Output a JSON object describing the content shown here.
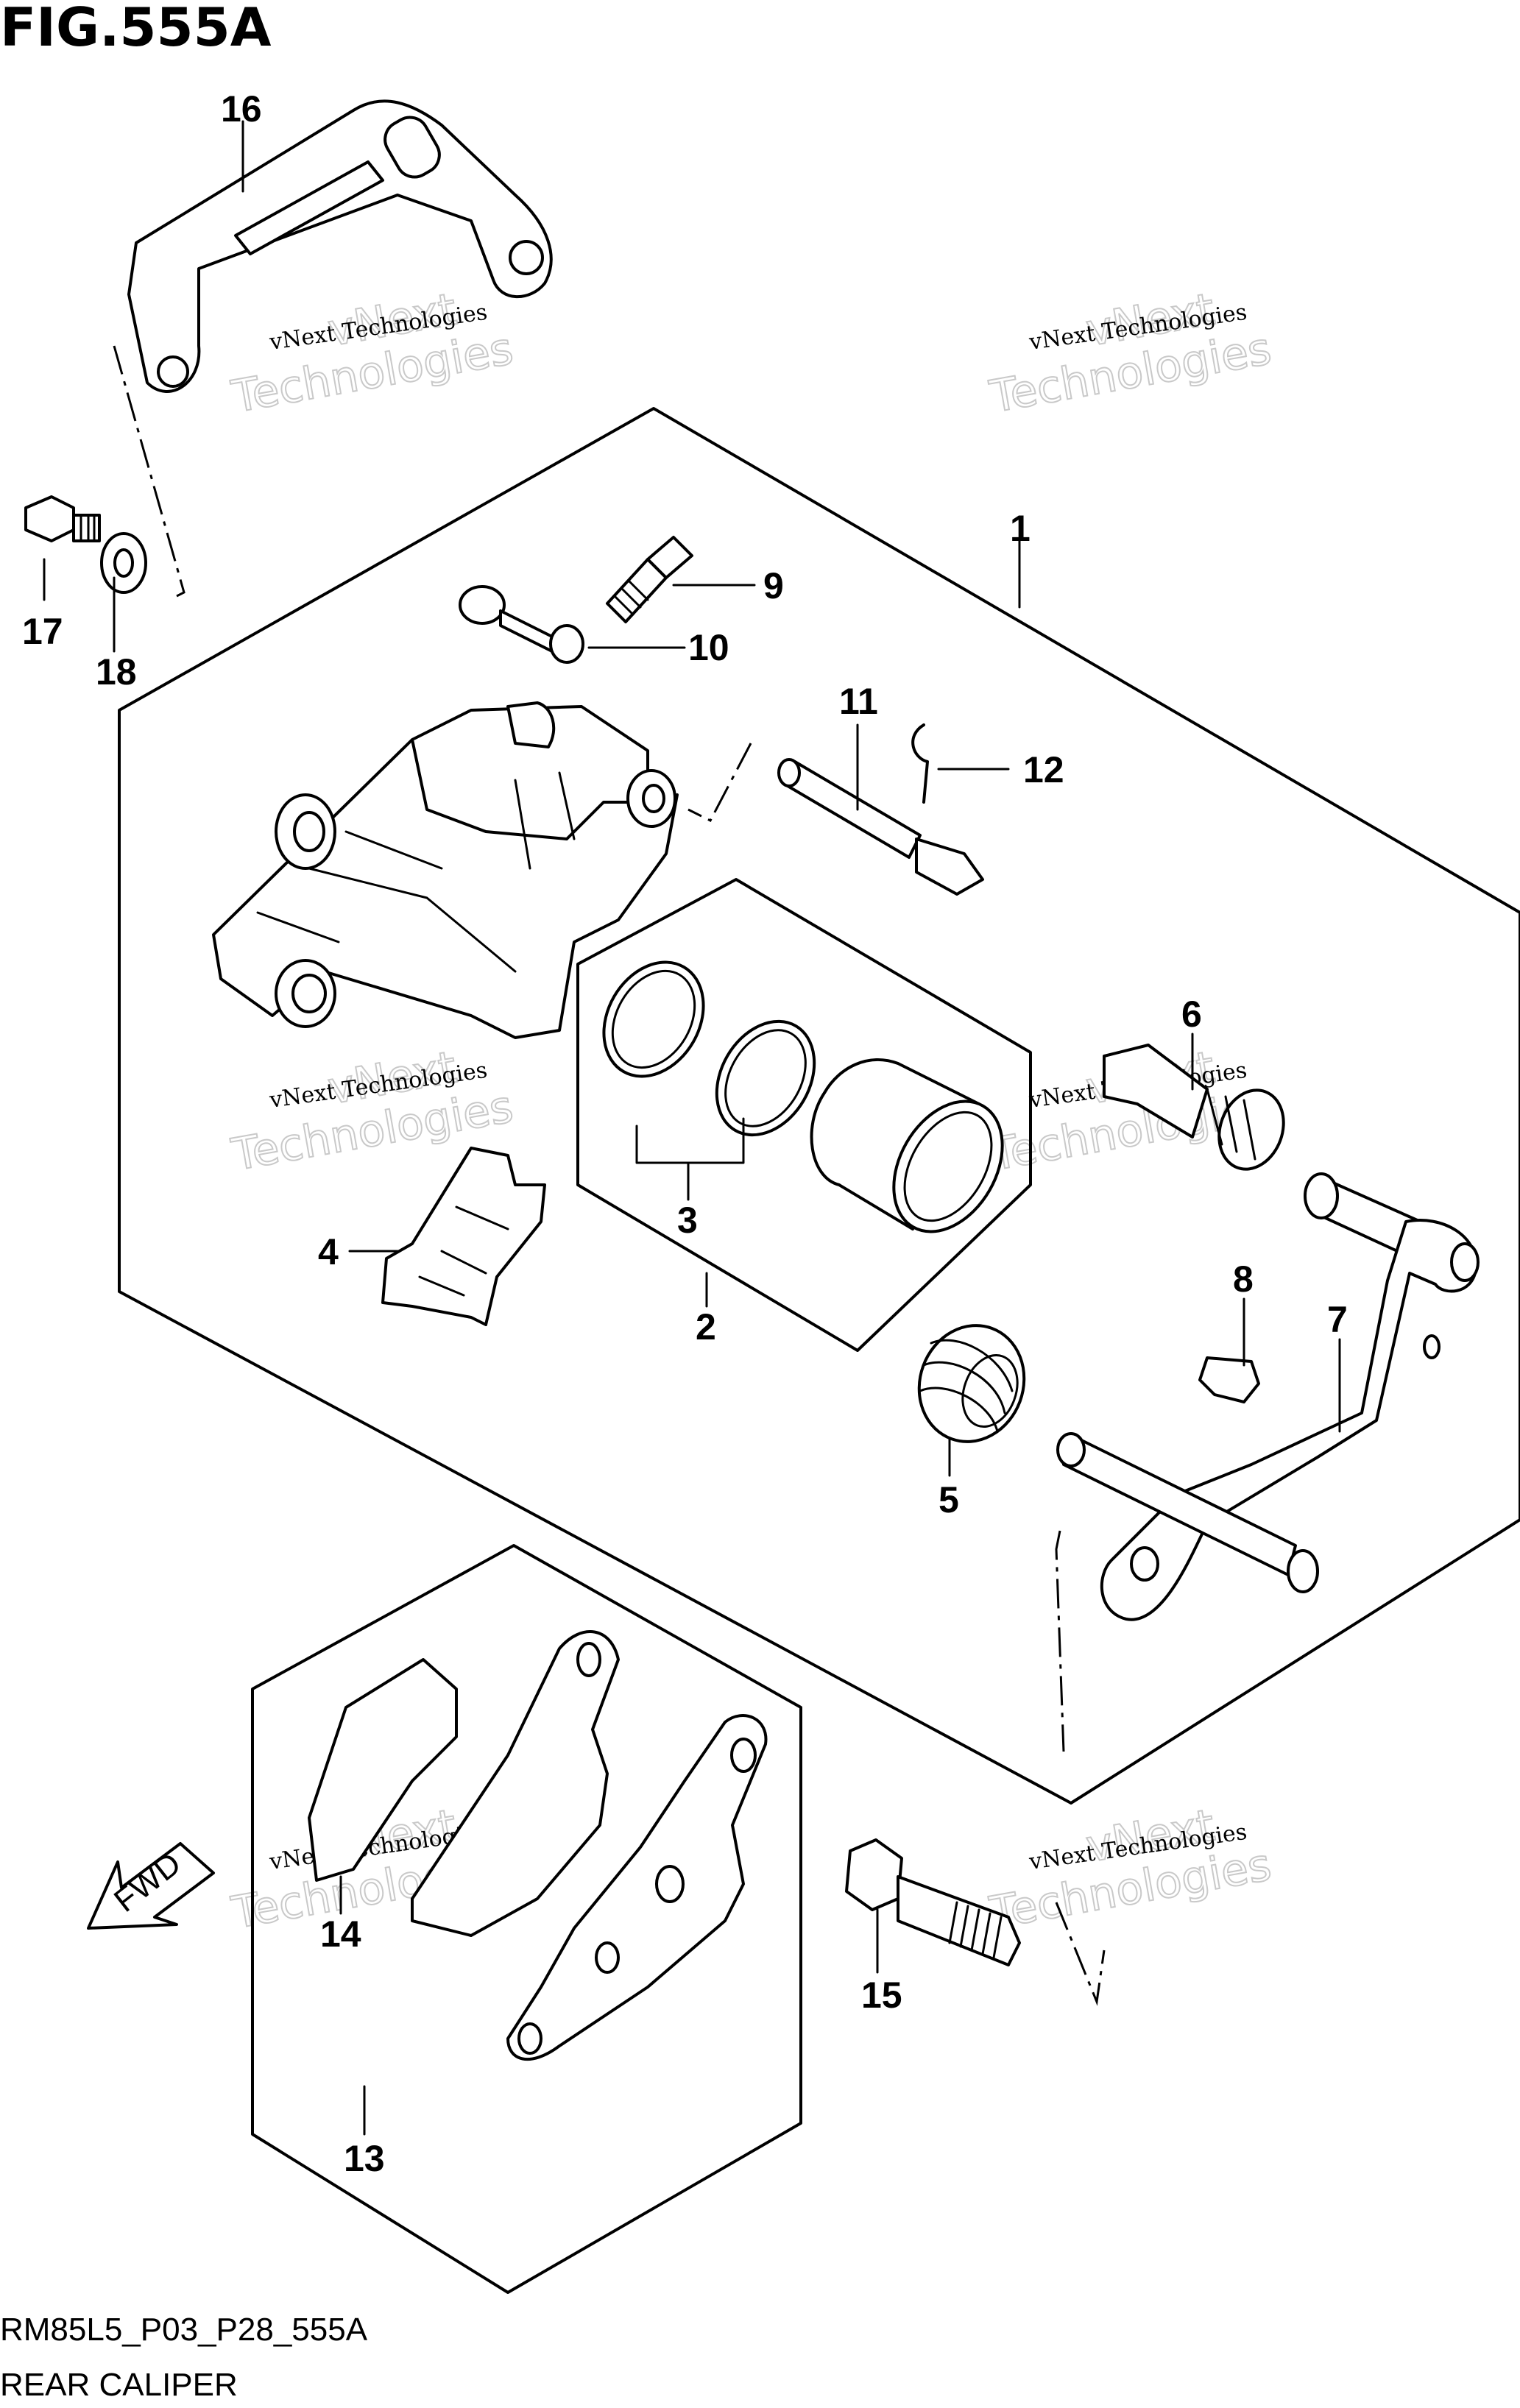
{
  "figure": {
    "title": "FIG.555A",
    "footer_code": "RM85L5_P03_P28_555A",
    "footer_caption": "REAR CALIPER"
  },
  "direction_badge": {
    "label": "FWD"
  },
  "callouts": [
    "1",
    "2",
    "3",
    "4",
    "5",
    "6",
    "7",
    "8",
    "9",
    "10",
    "11",
    "12",
    "13",
    "14",
    "15",
    "16",
    "17",
    "18"
  ],
  "watermark": {
    "small": "vNext Technologies",
    "big_line1": "vNext",
    "big_line2": "Technologies"
  }
}
